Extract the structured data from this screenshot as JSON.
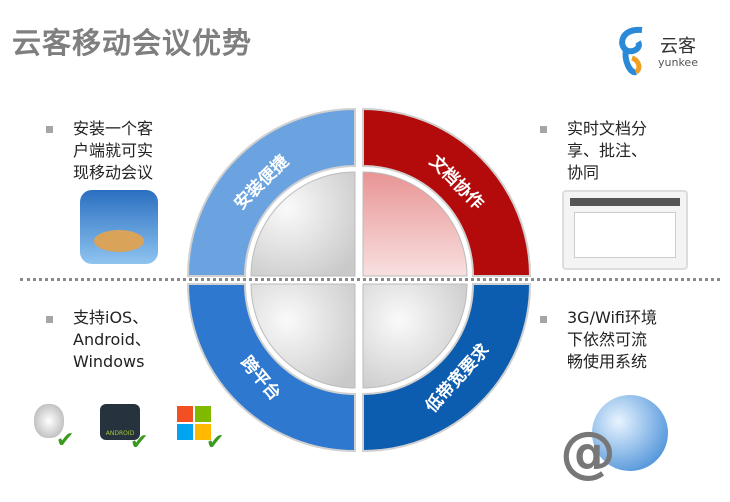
{
  "title": "云客移动会议优势",
  "logo": {
    "cn": "云客",
    "en": "yunkee"
  },
  "quadrants": [
    {
      "label": "安装便捷",
      "color": "#6aa3e0"
    },
    {
      "label": "文档协作",
      "color": "#b30b0b"
    },
    {
      "label": "跨平台",
      "color": "#2e78cf"
    },
    {
      "label": "低带宽要求",
      "color": "#0c5caf"
    }
  ],
  "blocks": {
    "top_left": [
      "安装一个客",
      "户端就可实",
      "现移动会议"
    ],
    "top_right": [
      "实时文档分",
      "享、批注、",
      "协同"
    ],
    "bottom_left": [
      "支持iOS、",
      "Android、",
      "Windows"
    ],
    "bottom_right": [
      "3G/Wifi环境",
      "下依然可流",
      "畅使用系统"
    ]
  },
  "icons": {
    "platforms": [
      "apple-icon",
      "android-icon",
      "windows-icon"
    ],
    "android_text": "ANDROID",
    "globe_symbol": "@"
  }
}
